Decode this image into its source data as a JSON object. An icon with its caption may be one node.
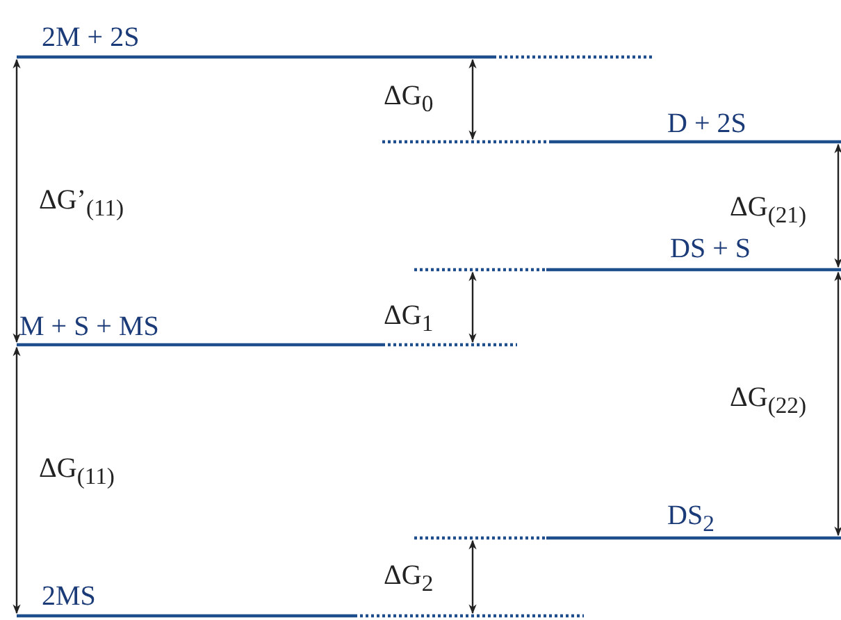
{
  "diagram": {
    "labels": [
      "2M + 2S",
      "ΔG$_{0}$",
      "D + 2S",
      "ΔG’$_{(11)}$",
      "ΔG$_{(21)}$",
      "DS + S",
      "ΔG$_{1}$",
      "M + S + MS",
      "ΔG$_{(22)}$",
      "ΔG$_{(11)}$",
      "DS$_{2}$",
      "2MS",
      "ΔG$_{2}$"
    ]
  }
}
